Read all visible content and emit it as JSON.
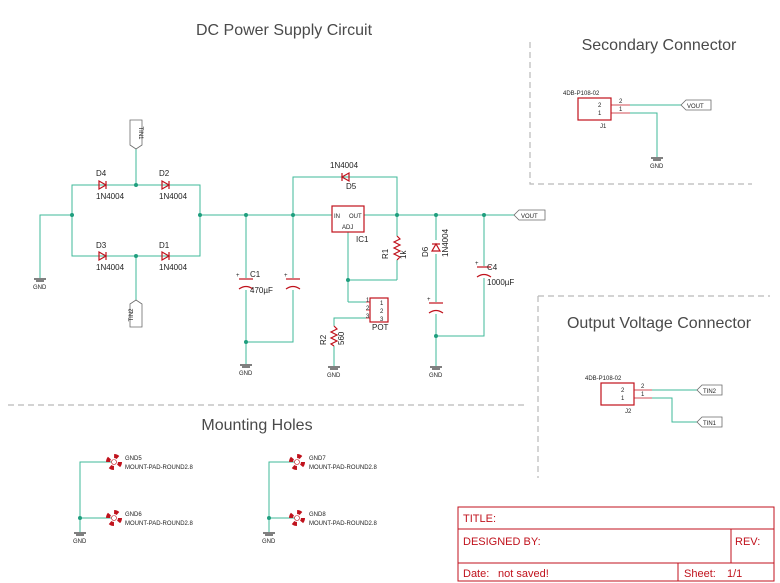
{
  "sections": {
    "power": "DC Power Supply Circuit",
    "secondary": "Secondary Connector",
    "output": "Output Voltage Connector",
    "mounting": "Mounting Holes"
  },
  "diodes": [
    {
      "ref": "D4",
      "value": "1N4004"
    },
    {
      "ref": "D2",
      "value": "1N4004"
    },
    {
      "ref": "D3",
      "value": "1N4004"
    },
    {
      "ref": "D1",
      "value": "1N4004"
    },
    {
      "ref": "D5",
      "value": "1N4004"
    },
    {
      "ref": "D6",
      "value": "1N4004"
    }
  ],
  "capacitors": [
    {
      "ref": "C1",
      "value": "470µF"
    },
    {
      "ref": "C4",
      "value": "1000µF"
    }
  ],
  "resistors": [
    {
      "ref": "R1",
      "value": "1k"
    },
    {
      "ref": "R2",
      "value": "560"
    }
  ],
  "regulator": {
    "ref": "IC1",
    "pin_in": "IN",
    "pin_out": "OUT",
    "pin_adj": "ADJ"
  },
  "pot": {
    "ref": "POT",
    "pins": [
      "1",
      "2",
      "3"
    ]
  },
  "connectors": [
    {
      "ref": "J1",
      "value": "4DB-P108-02",
      "pins": [
        "2",
        "1"
      ]
    },
    {
      "ref": "J2",
      "value": "4DB-P108-02",
      "pins": [
        "2",
        "1"
      ]
    }
  ],
  "net_labels": {
    "tin1": "TIN1",
    "tin2": "TIN2",
    "vout": "VOUT",
    "gnd": "GND"
  },
  "mounting_holes": [
    {
      "ref": "GND5",
      "value": "MOUNT-PAD-ROUND2.8"
    },
    {
      "ref": "GND6",
      "value": "MOUNT-PAD-ROUND2.8"
    },
    {
      "ref": "GND7",
      "value": "MOUNT-PAD-ROUND2.8"
    },
    {
      "ref": "GND8",
      "value": "MOUNT-PAD-ROUND2.8"
    }
  ],
  "title_block": {
    "title": "TITLE:",
    "designed_by": "DESIGNED BY:",
    "rev": "REV:",
    "date_label": "Date:",
    "date_value": "not saved!",
    "sheet_label": "Sheet:",
    "sheet_value": "1/1"
  },
  "colors": {
    "wire": "#3fb99a",
    "part": "#c0121c",
    "junction": "#1f9e7e",
    "frame": "#c0121c"
  }
}
